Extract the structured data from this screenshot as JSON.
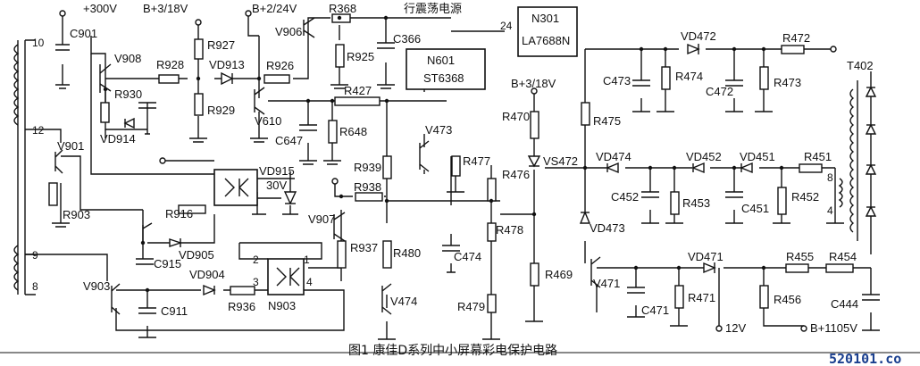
{
  "caption": "图1  康佳D系列中小屏幕彩电保护电路",
  "watermark": "520101.co",
  "rails": [
    "+300V",
    "B+3/18V",
    "B+2/24V",
    "行震荡电源",
    "B+3/18V",
    "12V",
    "B+1105V",
    "30V"
  ],
  "blocks": [
    {
      "id": "N301",
      "part": "LA7688N"
    },
    {
      "id": "N601",
      "part": "ST6368"
    }
  ],
  "pins": [
    "24",
    "10",
    "12",
    "9",
    "8",
    "2",
    "1",
    "3",
    "4",
    "8",
    "4"
  ],
  "resistors": [
    "R927",
    "R928",
    "R930",
    "R929",
    "R926",
    "R925",
    "R368",
    "R427",
    "R648",
    "R903",
    "R916",
    "R939",
    "R938",
    "R937",
    "R480",
    "R936",
    "R477",
    "R476",
    "R478",
    "R479",
    "R470",
    "R469",
    "R475",
    "R474",
    "R472",
    "R473",
    "R453",
    "R451",
    "R452",
    "R471",
    "R455",
    "R454",
    "R456"
  ],
  "capacitors": [
    "C901",
    "C366",
    "C647",
    "C915",
    "C911",
    "C474",
    "C473",
    "C472",
    "C452",
    "C451",
    "C471",
    "C444"
  ],
  "diodes": [
    "VD913",
    "VD914",
    "VD915",
    "VD905",
    "VD904",
    "VD472",
    "VD474",
    "VD452",
    "VD451",
    "VD473",
    "VD471",
    "VS472"
  ],
  "transistors": [
    "V908",
    "V906",
    "V610",
    "V901",
    "V907",
    "V903",
    "V474",
    "V473",
    "V471"
  ],
  "others": [
    "N903",
    "T402"
  ]
}
